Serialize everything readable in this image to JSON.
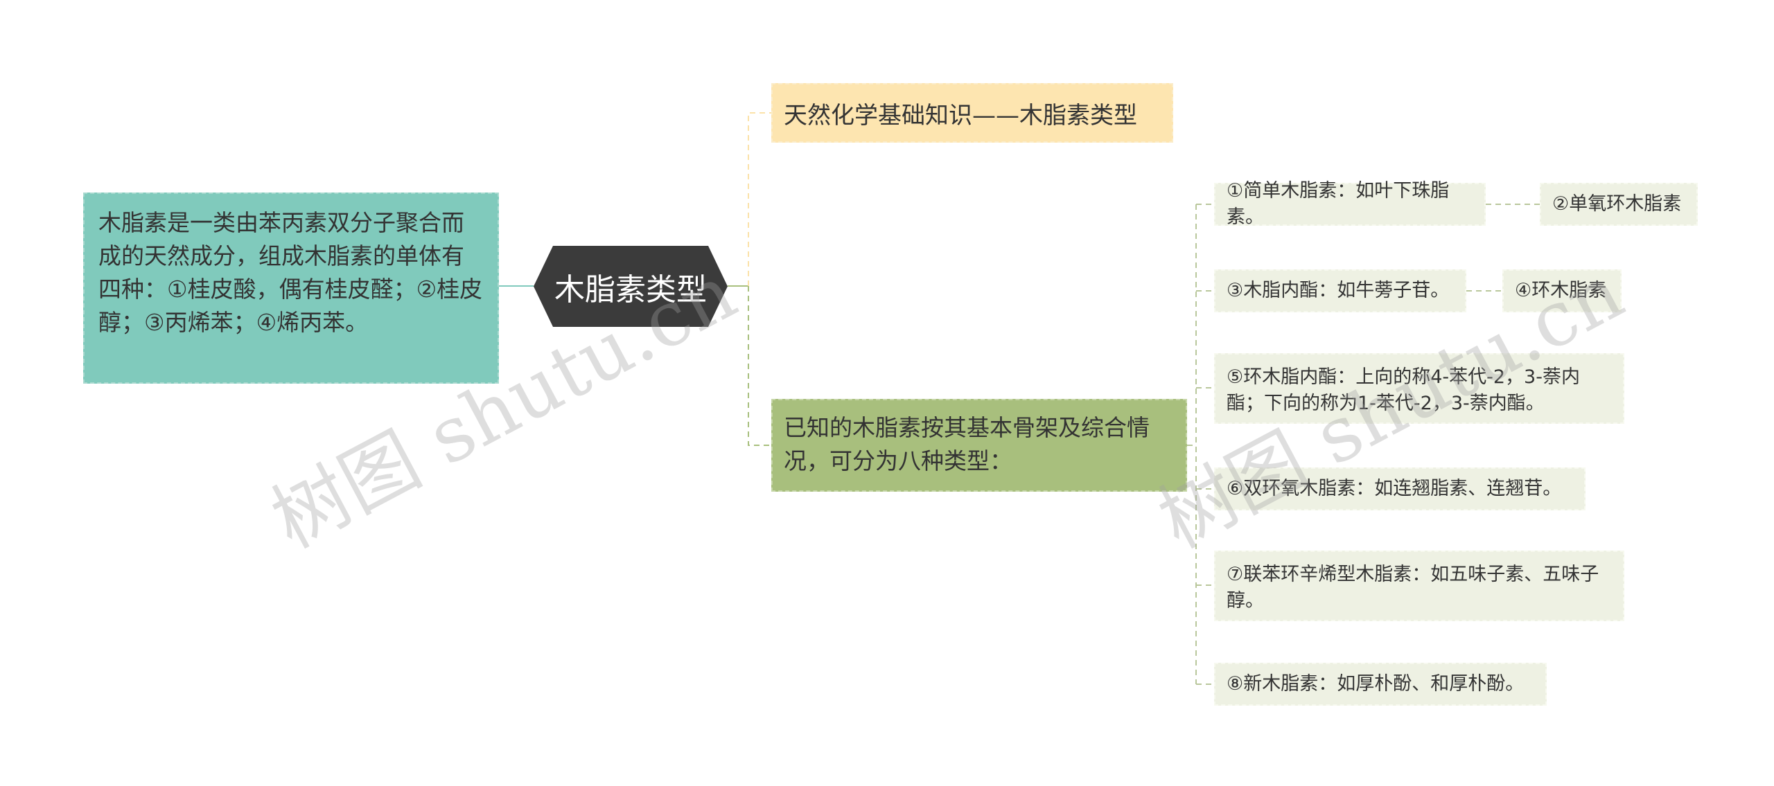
{
  "center": {
    "label": "木脂素类型"
  },
  "left_note": {
    "text": "木脂素是一类由苯丙素双分子聚合而成的天然成分，组成木脂素的单体有四种：①桂皮酸，偶有桂皮醛；②桂皮醇；③丙烯苯；④烯丙苯。"
  },
  "top_title": {
    "text": "天然化学基础知识——木脂素类型"
  },
  "mid_topic": {
    "text": "已知的木脂素按其基本骨架及综合情况，可分为八种类型："
  },
  "types": [
    {
      "text": "①简单木脂素：如叶下珠脂素。"
    },
    {
      "text": "②单氧环木脂素"
    },
    {
      "text": "③木脂内酯：如牛蒡子苷。"
    },
    {
      "text": "④环木脂素"
    },
    {
      "text": "⑤环木脂内酯：上向的称4-苯代-2，3-萘内酯；下向的称为1-苯代-2，3-萘内酯。"
    },
    {
      "text": "⑥双环氧木脂素：如连翘脂素、连翘苷。"
    },
    {
      "text": "⑦联苯环辛烯型木脂素：如五味子素、五味子醇。"
    },
    {
      "text": "⑧新木脂素：如厚朴酚、和厚朴酚。"
    }
  ],
  "colors": {
    "center_bg": "#3b3b3b",
    "left_note_bg": "#80cabc",
    "top_title_bg": "#fde5b0",
    "mid_topic_bg": "#a8bf7d",
    "leaf_bg": "#eef1e3",
    "connector": "#a8bf7d"
  },
  "watermark": {
    "text": "树图 shutu.cn"
  }
}
